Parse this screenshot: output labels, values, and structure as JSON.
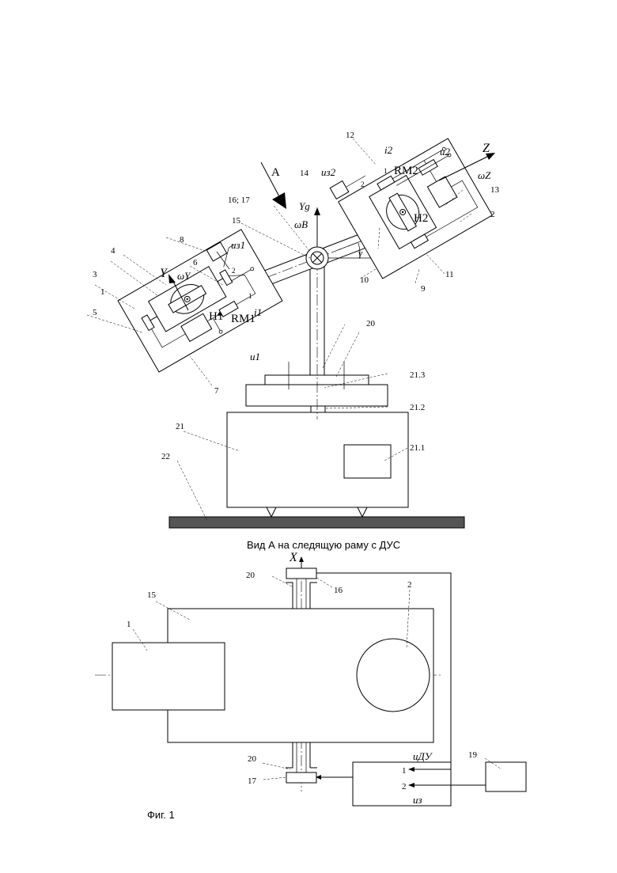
{
  "upper_view": {
    "axes": {
      "z": "Z",
      "omega_z": "ωZ",
      "y_g": "Yg",
      "omega_b": "ωB",
      "y": "Y",
      "omega_y": "ωY",
      "x": "X",
      "gamma": "γ",
      "view_arrow": "A"
    },
    "left_block": {
      "h": "H1",
      "r": "RM1",
      "i": "i1",
      "u": "u1",
      "u_z": "uз1",
      "pin1": "1",
      "pin2": "2"
    },
    "right_block": {
      "h": "H2",
      "r": "RM2",
      "i": "i2",
      "u": "u2",
      "u_z": "uз2",
      "pin1": "1",
      "pin2": "2"
    },
    "callouts": {
      "c1": "1",
      "c2": "2",
      "c3": "3",
      "c4": "4",
      "c5": "5",
      "c6": "6",
      "c7": "7",
      "c8": "8",
      "c9": "9",
      "c10": "10",
      "c11": "11",
      "c12": "12",
      "c13": "13",
      "c14": "14",
      "c15": "15",
      "c16_17": "16; 17",
      "c20": "20",
      "c21": "21",
      "c21_1": "21.1",
      "c21_2": "21.2",
      "c21_3": "21.3",
      "c22": "22"
    }
  },
  "lower_view": {
    "title": "Вид А на следящую раму с ДУС",
    "callouts": {
      "c1": "1",
      "c2": "2",
      "c15": "15",
      "c16": "16",
      "c17": "17",
      "c19": "19",
      "c20_top": "20",
      "c20_bottom": "20"
    },
    "amp_pin1": "1",
    "amp_pin2": "2",
    "u_du": "uДУ",
    "u_z": "uз"
  },
  "figure_caption": "Фиг. 1"
}
